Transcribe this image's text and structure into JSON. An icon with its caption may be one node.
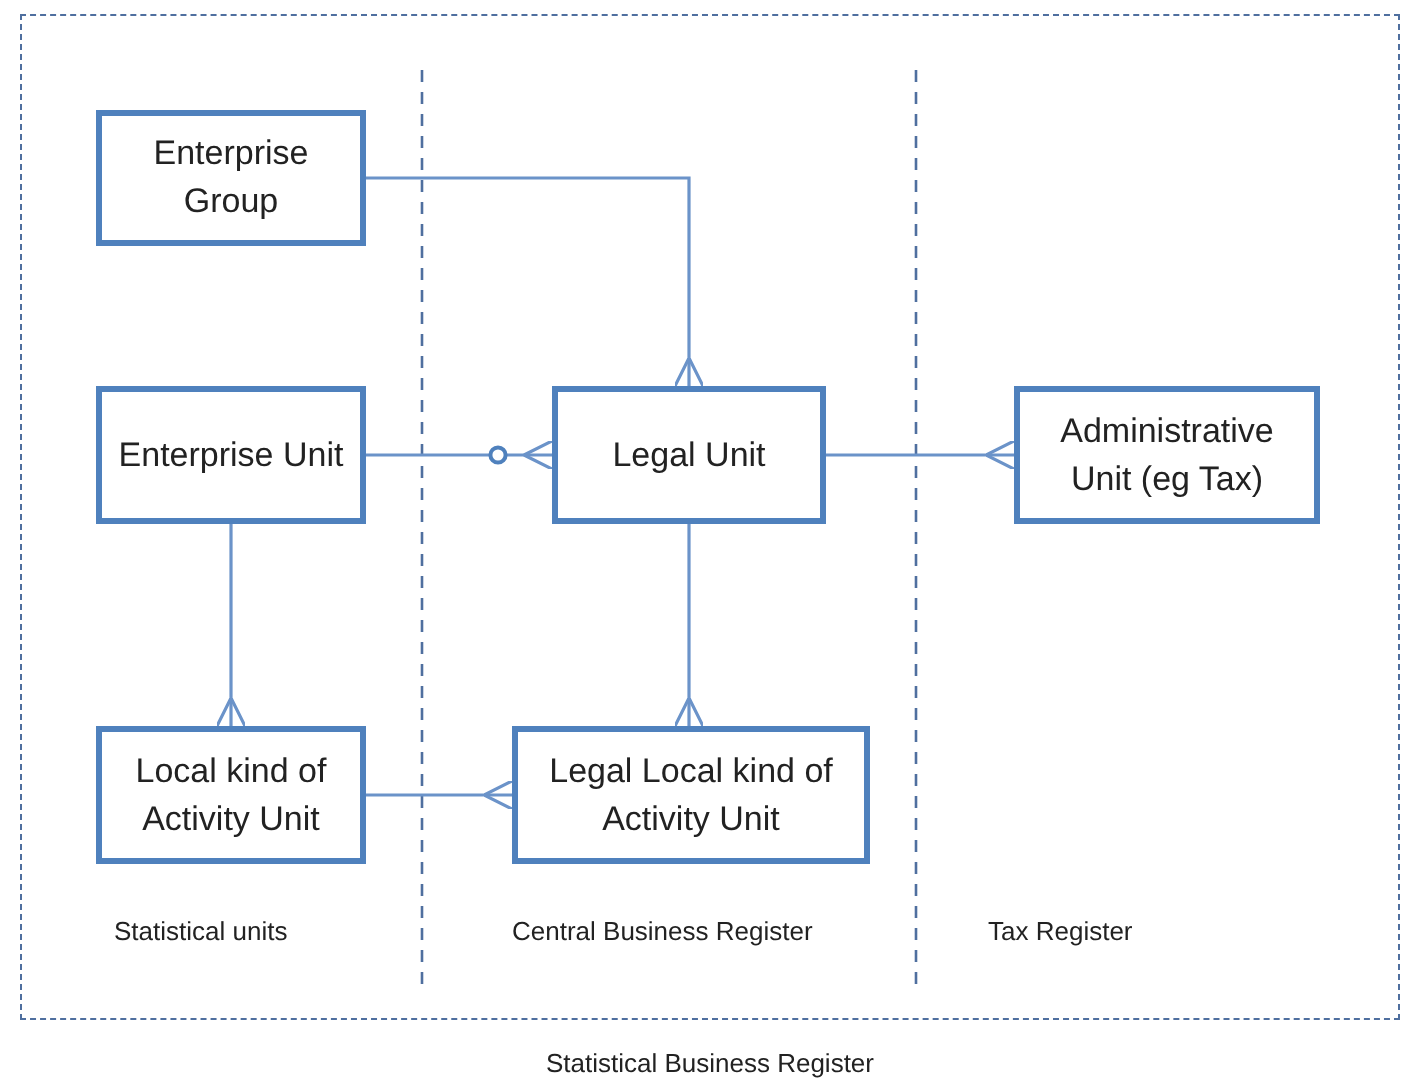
{
  "diagram": {
    "nodes": [
      {
        "text": [
          "Statistical Business Register"
        ]
      },
      {
        "text": [
          "Enterprise Group"
        ],
        "in": 0
      },
      {
        "text": [
          "Enterprise Unit"
        ],
        "in": 0
      },
      {
        "text": [
          "Legal Unit"
        ],
        "in": 0
      },
      {
        "text": [
          "Administrative Unit (eg Tax)"
        ],
        "in": 0
      },
      {
        "text": [
          "Local kind of Activity Unit"
        ],
        "in": 0
      },
      {
        "text": [
          "Legal Local kind of Activity Unit"
        ],
        "in": 0
      }
    ],
    "edges": [
      {
        "from": 1,
        "to": 3,
        "arrow": "other"
      },
      {
        "from": 2,
        "to": 3,
        "arrow": "other"
      },
      {
        "from": 3,
        "to": 4,
        "arrow": "other"
      },
      {
        "from": 2,
        "to": 5,
        "arrow": "other"
      },
      {
        "from": 3,
        "to": 6,
        "arrow": "other"
      },
      {
        "from": 5,
        "to": 6,
        "arrow": "other"
      }
    ],
    "labels": [
      "Statistical units",
      "Central Business Register",
      "Tax Register"
    ]
  }
}
